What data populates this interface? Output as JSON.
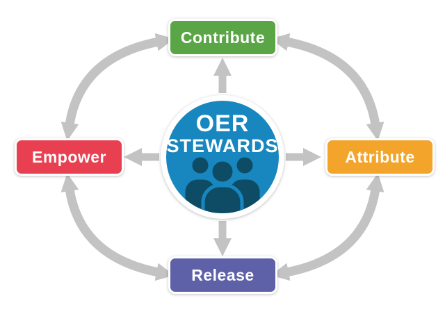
{
  "diagram": {
    "type": "cycle",
    "center": {
      "title_line1": "OER",
      "title_line2": "STEWARDS",
      "icon": "people-group-icon",
      "circle_color": "#1886bf",
      "icon_color": "#0d4c64"
    },
    "nodes": [
      {
        "label": "Contribute",
        "position": "top",
        "color": "#5aa646"
      },
      {
        "label": "Attribute",
        "position": "right",
        "color": "#f3a42b"
      },
      {
        "label": "Release",
        "position": "bottom",
        "color": "#5e60a8"
      },
      {
        "label": "Empower",
        "position": "left",
        "color": "#e83f51"
      }
    ],
    "arrows": {
      "color": "#c3c3c3",
      "cycle_arrows": "bidirectional curved arrows between adjacent nodes",
      "spoke_arrows": "straight arrows from center circle outward to each node"
    }
  }
}
